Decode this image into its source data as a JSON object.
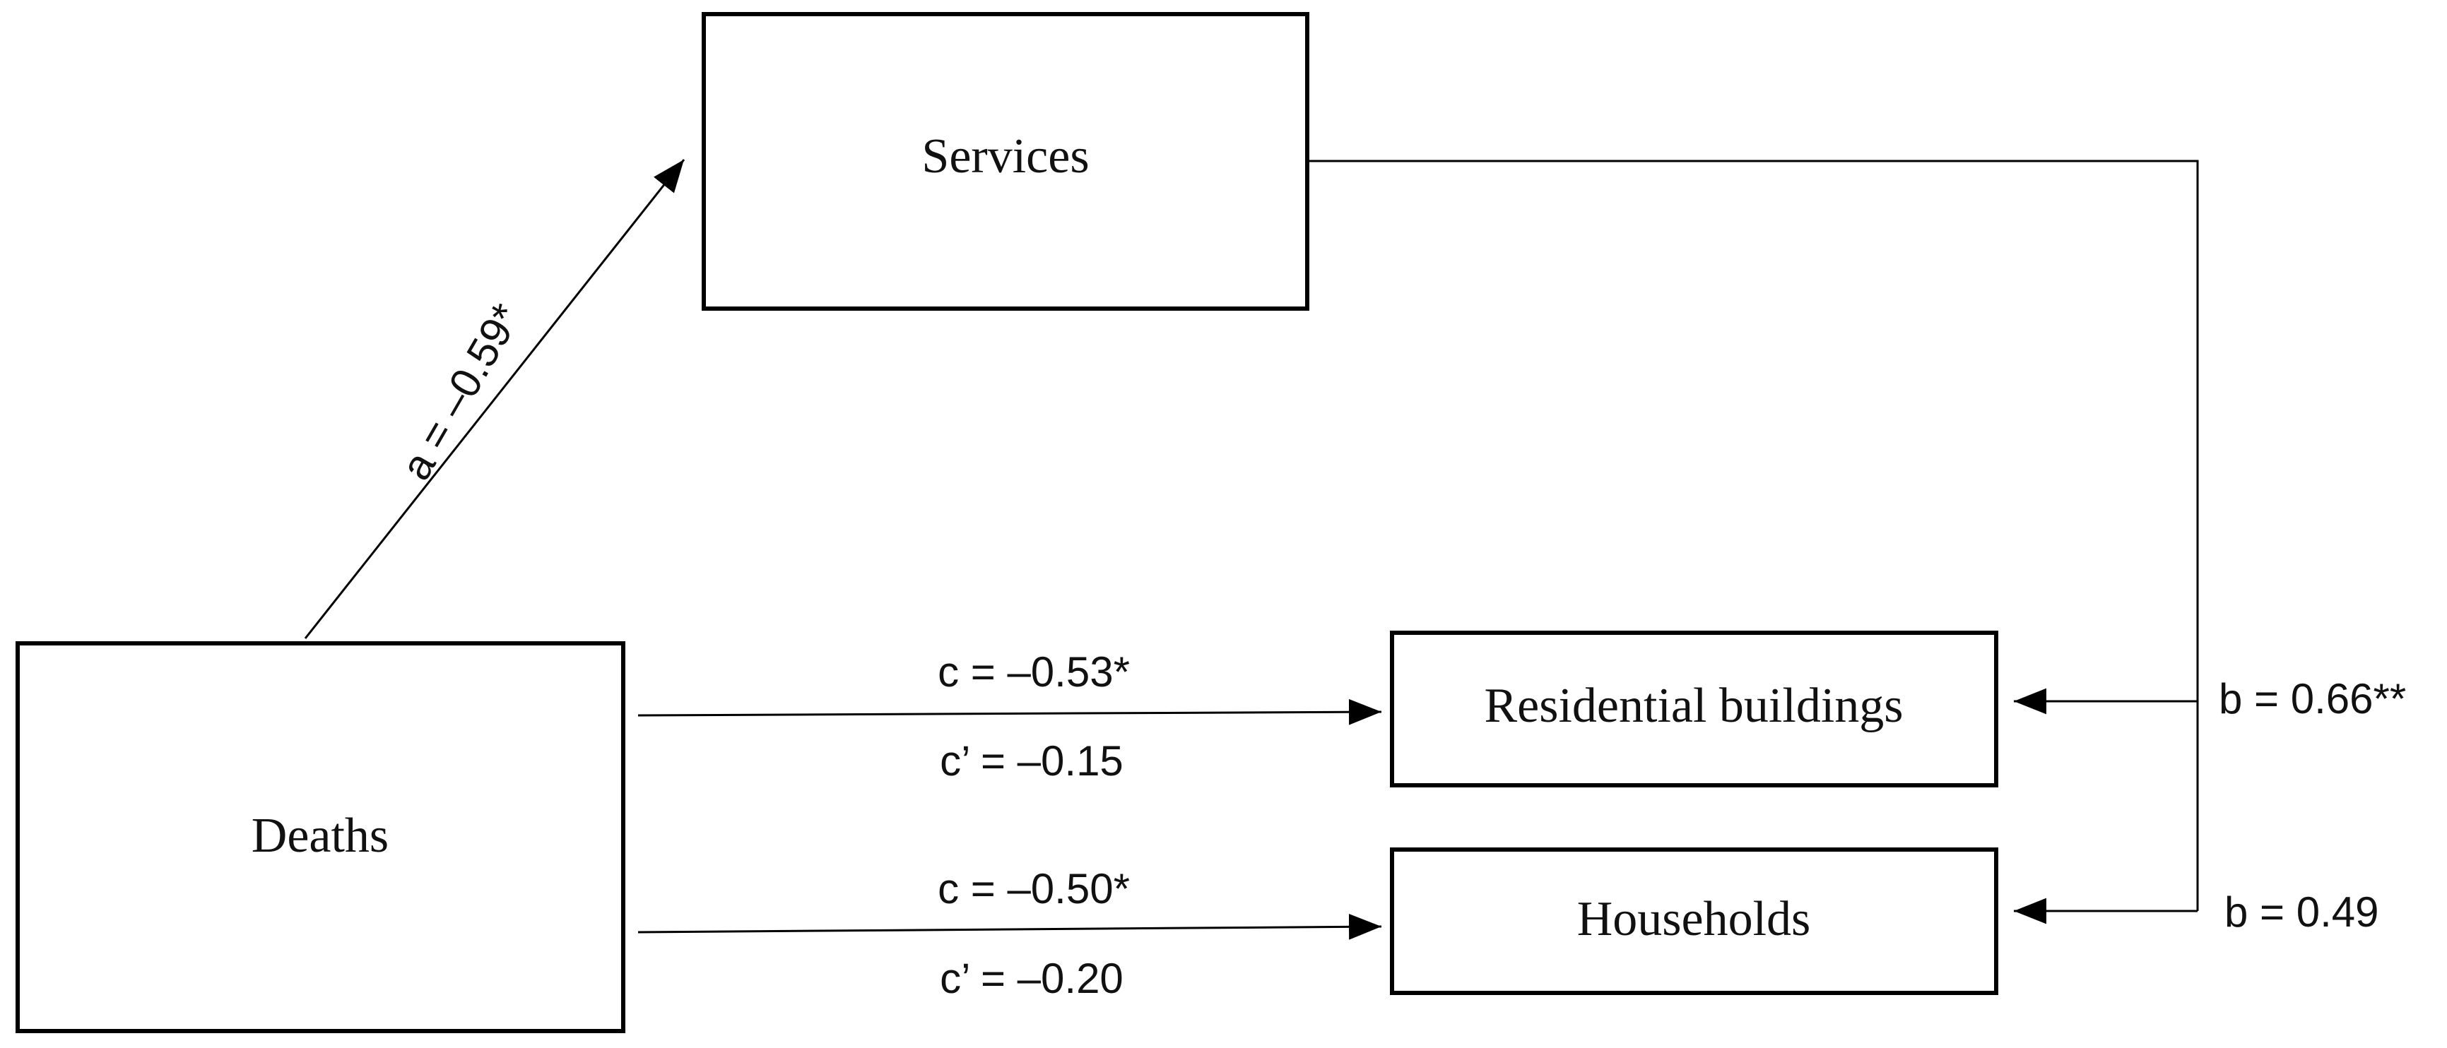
{
  "nodes": {
    "services": "Services",
    "deaths": "Deaths",
    "residential": "Residential buildings",
    "households": "Households"
  },
  "paths": {
    "a": "a = –0.59*",
    "c_residential": "c = –0.53*",
    "c_prime_residential": "c’ = –0.15",
    "c_households": "c = –0.50*",
    "c_prime_households": "c’ = –0.20",
    "b_residential": "b = 0.66**",
    "b_households": "b = 0.49"
  }
}
